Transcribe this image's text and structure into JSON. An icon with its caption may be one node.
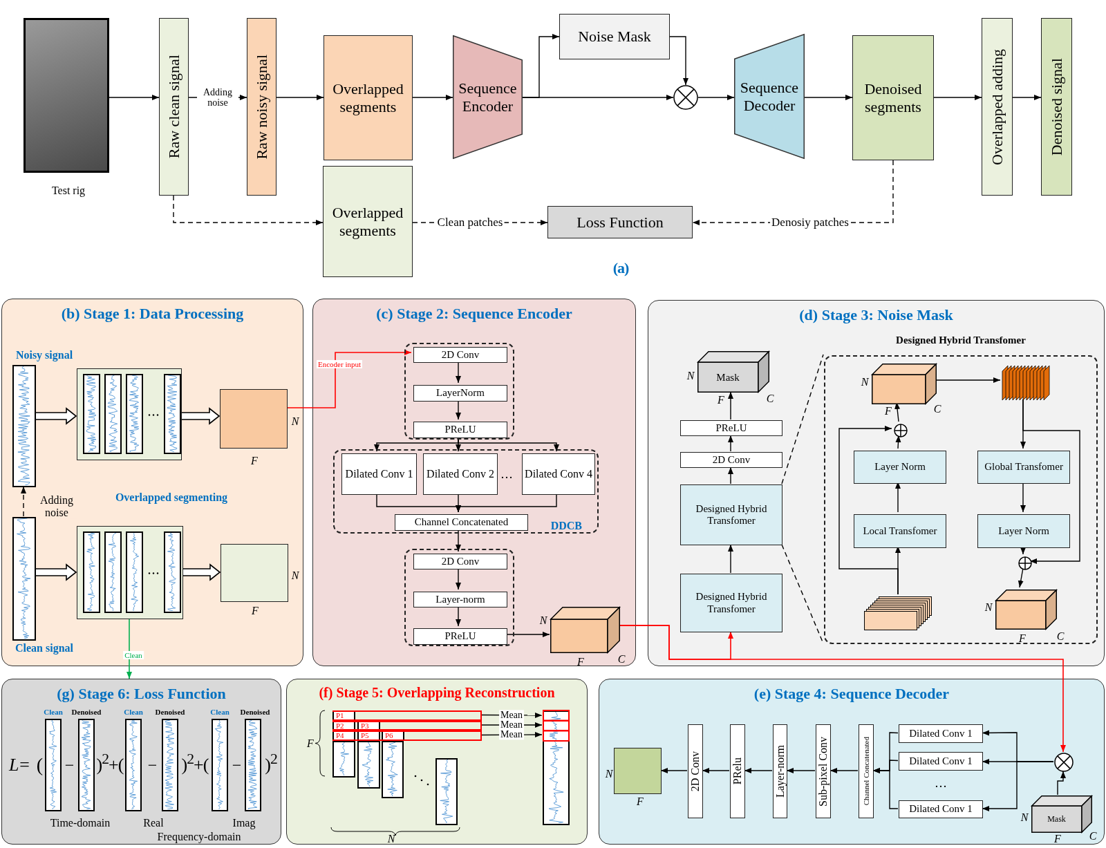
{
  "diagram": {
    "nodes": [
      {
        "text": [],
        "shape": "picture",
        "beside": [
          "Test rig"
        ]
      },
      {
        "text": [
          "Raw clean signal"
        ]
      },
      {
        "text": [
          "Raw noisy signal"
        ]
      },
      {
        "text": [
          "Overlapped segments"
        ]
      },
      {
        "text": [
          "Sequence Encoder"
        ]
      },
      {
        "text": [
          "Noise Mask"
        ]
      },
      {
        "text": [],
        "shape": "circle"
      },
      {
        "text": [
          "Sequence Decoder"
        ]
      },
      {
        "text": [
          "Denoised segments"
        ]
      },
      {
        "text": [
          "Overlapped adding"
        ]
      },
      {
        "text": [
          "Denoised signal"
        ]
      },
      {
        "text": [
          "Overlapped segments"
        ]
      },
      {
        "text": [
          "Loss Function"
        ]
      },
      {
        "text": [
          "(b) Stage 1: Data Processing"
        ]
      },
      {
        "text": [],
        "shape": "picture",
        "beside": [
          "Noisy signal"
        ],
        "in": 13
      },
      {
        "text": [],
        "shape": "picture",
        "in": 13
      },
      {
        "text": [],
        "shape": "box",
        "beside": [
          "N",
          "F"
        ],
        "in": 13
      },
      {
        "text": [],
        "shape": "picture",
        "beside": [
          "Clean signal"
        ],
        "in": 13
      },
      {
        "text": [],
        "shape": "picture",
        "in": 13
      },
      {
        "text": [],
        "shape": "box",
        "beside": [
          "N",
          "F"
        ],
        "in": 13
      },
      {
        "text": [
          "(c) Stage 2: Sequence Encoder"
        ]
      },
      {
        "text": [],
        "shape": "box",
        "in": 20
      },
      {
        "text": [
          "2D Conv"
        ],
        "in": 21
      },
      {
        "text": [
          "LayerNorm"
        ],
        "in": 21
      },
      {
        "text": [
          "PReLU"
        ],
        "in": 21
      },
      {
        "text": [
          "DDCB"
        ],
        "in": 20
      },
      {
        "text": [
          "Dilated Conv 1"
        ],
        "in": 25
      },
      {
        "text": [
          "Dilated Conv 2"
        ],
        "in": 25
      },
      {
        "text": [
          "Dilated Conv 4"
        ],
        "in": 25
      },
      {
        "text": [
          "Channel Concatenated"
        ],
        "in": 25
      },
      {
        "text": [],
        "shape": "box",
        "in": 20
      },
      {
        "text": [
          "2D Conv"
        ],
        "in": 30
      },
      {
        "text": [
          "Layer-norm"
        ],
        "in": 30
      },
      {
        "text": [
          "PReLU"
        ],
        "in": 30
      },
      {
        "text": [],
        "shape": "box",
        "beside": [
          "N",
          "F",
          "C"
        ],
        "in": 20
      },
      {
        "text": [
          "(d) Stage 3: Noise Mask"
        ]
      },
      {
        "text": [
          "Mask"
        ],
        "beside": [
          "N",
          "F",
          "C"
        ],
        "in": 35
      },
      {
        "text": [
          "PReLU"
        ],
        "in": 35
      },
      {
        "text": [
          "2D Conv"
        ],
        "in": 35
      },
      {
        "text": [
          "Designed Hybrid Transfomer"
        ],
        "in": 35
      },
      {
        "text": [
          "Designed Hybrid Transfomer"
        ],
        "in": 35
      },
      {
        "text": [
          "Designed Hybrid Transfomer"
        ],
        "in": 35
      },
      {
        "text": [],
        "shape": "box",
        "beside": [
          "N",
          "F",
          "C"
        ],
        "in": 41
      },
      {
        "text": [],
        "shape": "picture",
        "in": 41
      },
      {
        "text": [],
        "shape": "circle",
        "in": 41
      },
      {
        "text": [
          "Layer Norm"
        ],
        "in": 41
      },
      {
        "text": [
          "Local Transfomer"
        ],
        "in": 41
      },
      {
        "text": [],
        "shape": "picture",
        "in": 41
      },
      {
        "text": [
          "Global Transfomer"
        ],
        "in": 41
      },
      {
        "text": [
          "Layer Norm"
        ],
        "in": 41
      },
      {
        "text": [],
        "shape": "circle",
        "in": 41
      },
      {
        "text": [],
        "shape": "box",
        "beside": [
          "N",
          "F",
          "C"
        ],
        "in": 41
      },
      {
        "text": [
          "(e) Stage 4: Sequence Decoder"
        ]
      },
      {
        "text": [],
        "shape": "circle",
        "in": 52
      },
      {
        "text": [
          "Mask"
        ],
        "beside": [
          "N",
          "F",
          "C"
        ],
        "in": 52
      },
      {
        "text": [
          "Dilated Conv 1"
        ],
        "in": 52
      },
      {
        "text": [
          "Dilated Conv 1"
        ],
        "in": 52
      },
      {
        "text": [
          "Dilated Conv 1"
        ],
        "in": 52
      },
      {
        "text": [
          "Channel Concatenated"
        ],
        "in": 52
      },
      {
        "text": [
          "Sub-pixel Conv"
        ],
        "in": 52
      },
      {
        "text": [
          "Layer-norm"
        ],
        "in": 52
      },
      {
        "text": [
          "PRelu"
        ],
        "in": 52
      },
      {
        "text": [
          "2D Conv"
        ],
        "in": 52
      },
      {
        "text": [],
        "shape": "box",
        "beside": [
          "N",
          "F"
        ],
        "in": 52
      },
      {
        "text": [
          "(f) Stage 5: Overlapping Reconstruction"
        ]
      },
      {
        "text": [],
        "shape": "picture",
        "in": 64
      },
      {
        "text": [],
        "shape": "picture",
        "in": 64
      },
      {
        "text": [],
        "shape": "picture",
        "in": 64
      },
      {
        "text": [],
        "shape": "picture",
        "in": 64
      },
      {
        "text": [
          "P1"
        ],
        "in": 64
      },
      {
        "text": [
          "P2",
          "P3"
        ],
        "in": 64
      },
      {
        "text": [
          "P4",
          "P5",
          "P6"
        ],
        "in": 64
      },
      {
        "text": [],
        "shape": "picture",
        "in": 64
      },
      {
        "text": [
          "(g) Stage 6: Loss Function"
        ]
      }
    ],
    "edges": [
      {
        "from": 0,
        "to": 1,
        "arrow": "to"
      },
      {
        "from": 1,
        "to": 2,
        "arrow": "to",
        "label": "Adding noise"
      },
      {
        "from": 2,
        "to": 3,
        "arrow": "to"
      },
      {
        "from": 3,
        "to": 4,
        "arrow": "to"
      },
      {
        "from": 4,
        "to": 6,
        "arrow": "to"
      },
      {
        "from": 4,
        "to": 5,
        "arrow": "to"
      },
      {
        "from": 5,
        "to": 6,
        "arrow": "to"
      },
      {
        "from": 6,
        "to": 7,
        "arrow": "to"
      },
      {
        "from": 7,
        "to": 8,
        "arrow": "to"
      },
      {
        "from": 8,
        "to": 9,
        "arrow": "to"
      },
      {
        "from": 9,
        "to": 10,
        "arrow": "to"
      },
      {
        "from": 1,
        "to": 11,
        "arrow": "to",
        "style": "dashed"
      },
      {
        "from": 11,
        "to": 12,
        "arrow": "to",
        "style": "dashed",
        "label": "Clean patches"
      },
      {
        "from": 8,
        "to": 12,
        "arrow": "to",
        "style": "dashed",
        "label": "Denosiy patches"
      },
      {
        "from": 14,
        "to": 15,
        "arrow": "to",
        "style": "thick"
      },
      {
        "from": 15,
        "to": 16,
        "arrow": "to",
        "style": "thick"
      },
      {
        "from": 17,
        "to": 18,
        "arrow": "to",
        "style": "thick"
      },
      {
        "from": 18,
        "to": 19,
        "arrow": "to",
        "style": "thick"
      },
      {
        "from": 17,
        "to": 14,
        "arrow": "to",
        "style": "dashed",
        "label": "Adding noise"
      },
      {
        "from": 16,
        "to": 22,
        "arrow": "to",
        "color": "#ff0000",
        "label": "Encoder input"
      },
      {
        "from": 18,
        "to": 73,
        "arrow": "to",
        "color": "#00b050",
        "label": "Clean"
      },
      {
        "from": 22,
        "to": 23,
        "arrow": "to"
      },
      {
        "from": 23,
        "to": 24,
        "arrow": "to"
      },
      {
        "from": 24,
        "to": 26,
        "arrow": "to"
      },
      {
        "from": 24,
        "to": 27,
        "arrow": "to"
      },
      {
        "from": 24,
        "to": 28,
        "arrow": "to"
      },
      {
        "from": 26,
        "to": 29,
        "arrow": "to"
      },
      {
        "from": 27,
        "to": 29,
        "arrow": "to"
      },
      {
        "from": 28,
        "to": 29,
        "arrow": "to"
      },
      {
        "from": 29,
        "to": 31,
        "arrow": "to"
      },
      {
        "from": 31,
        "to": 32,
        "arrow": "to"
      },
      {
        "from": 32,
        "to": 33,
        "arrow": "to"
      },
      {
        "from": 33,
        "to": 34,
        "arrow": "to"
      },
      {
        "from": 34,
        "to": 40,
        "arrow": "to",
        "color": "#ff0000"
      },
      {
        "from": 34,
        "to": 53,
        "arrow": "to",
        "color": "#ff0000"
      },
      {
        "from": 40,
        "to": 39,
        "arrow": "to"
      },
      {
        "from": 39,
        "to": 38,
        "arrow": "to"
      },
      {
        "from": 38,
        "to": 37,
        "arrow": "to"
      },
      {
        "from": 37,
        "to": 36,
        "arrow": "to"
      },
      {
        "from": 39,
        "to": 41,
        "arrow": "none",
        "style": "dashed"
      },
      {
        "from": 39,
        "to": 41,
        "arrow": "none",
        "style": "dashed"
      },
      {
        "from": 47,
        "to": 46,
        "arrow": "to"
      },
      {
        "from": 46,
        "to": 45,
        "arrow": "to"
      },
      {
        "from": 45,
        "to": 44,
        "arrow": "to"
      },
      {
        "from": 44,
        "to": 42,
        "arrow": "to"
      },
      {
        "from": 47,
        "to": 44,
        "arrow": "to"
      },
      {
        "from": 42,
        "to": 43,
        "arrow": "to"
      },
      {
        "from": 43,
        "to": 48,
        "arrow": "to"
      },
      {
        "from": 48,
        "to": 49,
        "arrow": "to"
      },
      {
        "from": 49,
        "to": 50,
        "arrow": "to"
      },
      {
        "from": 43,
        "to": 50,
        "arrow": "to"
      },
      {
        "from": 50,
        "to": 51,
        "arrow": "to"
      },
      {
        "from": 54,
        "to": 53,
        "arrow": "to"
      },
      {
        "from": 53,
        "to": 55,
        "arrow": "to"
      },
      {
        "from": 53,
        "to": 56,
        "arrow": "to"
      },
      {
        "from": 53,
        "to": 57,
        "arrow": "to"
      },
      {
        "from": 55,
        "to": 58,
        "arrow": "to"
      },
      {
        "from": 56,
        "to": 58,
        "arrow": "to"
      },
      {
        "from": 57,
        "to": 58,
        "arrow": "to"
      },
      {
        "from": 58,
        "to": 59,
        "arrow": "to"
      },
      {
        "from": 59,
        "to": 60,
        "arrow": "to"
      },
      {
        "from": 60,
        "to": 61,
        "arrow": "to"
      },
      {
        "from": 61,
        "to": 62,
        "arrow": "to"
      },
      {
        "from": 62,
        "to": 63,
        "arrow": "to"
      },
      {
        "from": 69,
        "to": 72,
        "arrow": "to",
        "label": "Mean"
      },
      {
        "from": 70,
        "to": 72,
        "arrow": "to",
        "label": "Mean"
      },
      {
        "from": 71,
        "to": 72,
        "arrow": "to",
        "label": "Mean"
      }
    ],
    "labels": [
      "(a)",
      "Overlapped segmenting",
      "…",
      "…",
      "F",
      "N",
      "Clean",
      "Denoised",
      "Clean",
      "Denoised",
      "Clean",
      "Denoised",
      "L=",
      "(",
      "−",
      ")$^{2}$+(",
      "−",
      ")$^{2}$+(",
      "−",
      ")$^{2}$",
      "Time-domain",
      "Real",
      "Imag",
      "Frequency-domain"
    ]
  }
}
